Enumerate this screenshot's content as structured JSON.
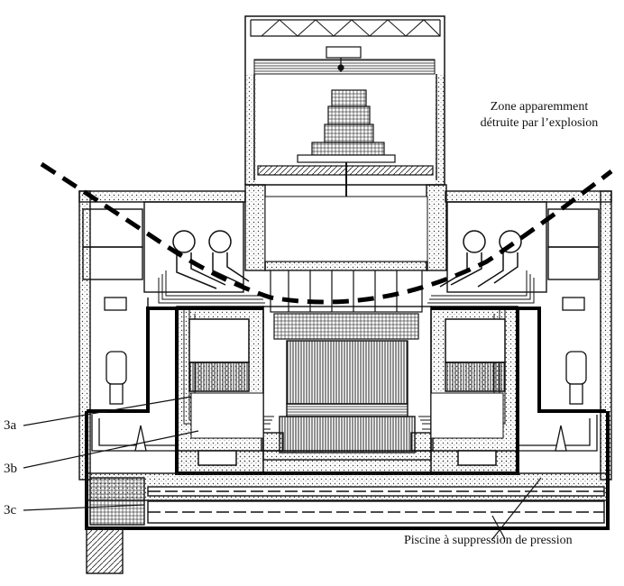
{
  "labels": {
    "zone_line1": "Zone apparemment",
    "zone_line2": "détruite par l’explosion",
    "pool": "Piscine à suppression de pression",
    "c3a": "3a",
    "c3b": "3b",
    "c3c": "3c"
  },
  "colors": {
    "ink": "#111111",
    "paper": "#ffffff",
    "hatch": "#444444"
  },
  "icons": [
    "crane-icon",
    "fuel-machine-icon",
    "steam-drum-icon",
    "pump-icon"
  ]
}
